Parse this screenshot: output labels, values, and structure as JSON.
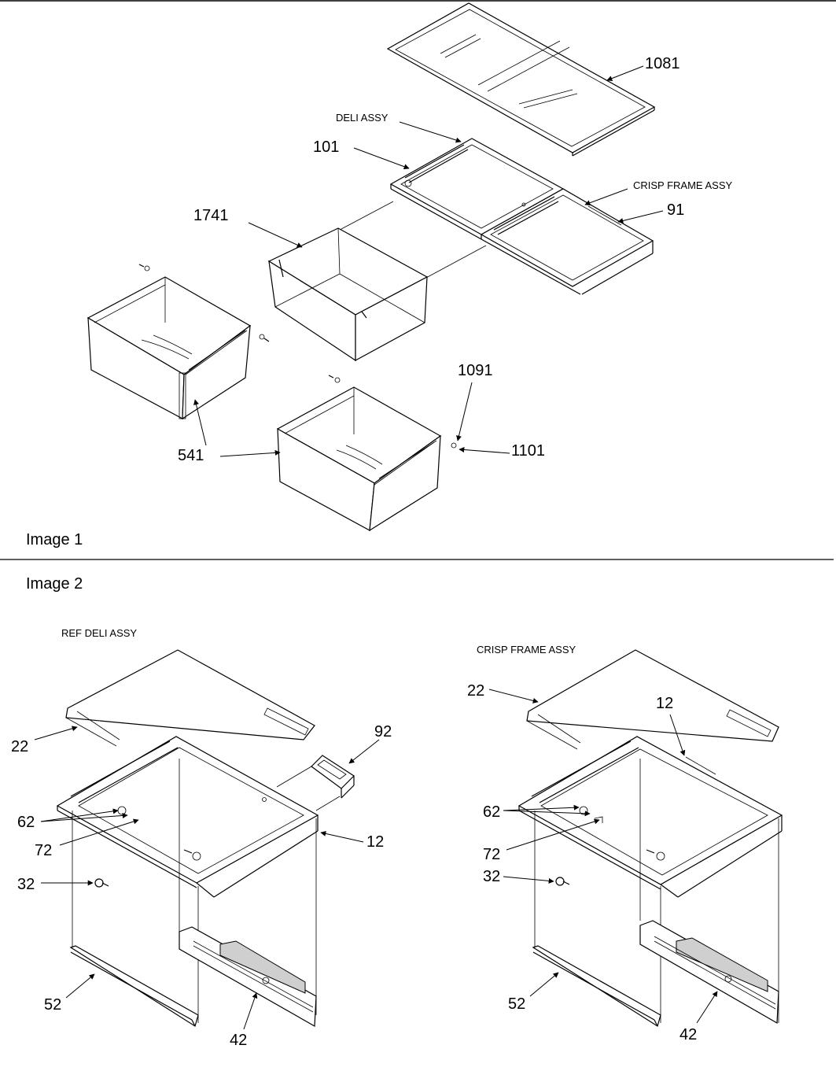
{
  "image1": {
    "caption": "Image 1",
    "assembly_labels": {
      "deli": "DELI ASSY",
      "crisp": "CRISP FRAME ASSY"
    },
    "part_labels": {
      "p1081": "1081",
      "p101": "101",
      "p91": "91",
      "p1741": "1741",
      "p1091": "1091",
      "p1101": "1101",
      "p541": "541"
    }
  },
  "image2": {
    "caption": "Image 2",
    "left": {
      "title": "REF DELI ASSY",
      "labels": {
        "p22": "22",
        "p92": "92",
        "p62": "62",
        "p72": "72",
        "p12": "12",
        "p32": "32",
        "p52": "52",
        "p42": "42"
      }
    },
    "right": {
      "title": "CRISP FRAME ASSY",
      "labels": {
        "p22": "22",
        "p12": "12",
        "p62": "62",
        "p72": "72",
        "p32": "32",
        "p52": "52",
        "p42": "42"
      }
    }
  }
}
